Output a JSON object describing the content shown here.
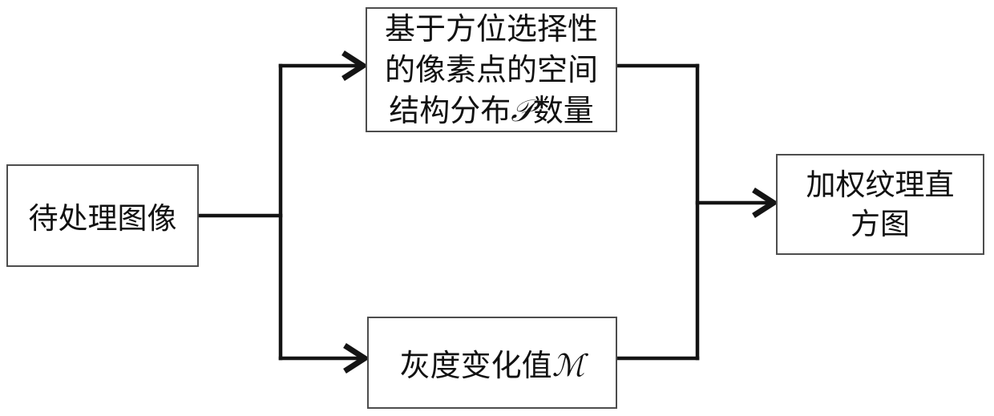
{
  "nodes": {
    "input": {
      "label": "待处理图像"
    },
    "spatial": {
      "line1": "基于方位选择性",
      "line2": "的像素点的空间",
      "line3_prefix": "结构分布",
      "line3_symbol": "𝒫",
      "line3_suffix": "数量"
    },
    "gray": {
      "prefix": "灰度变化值",
      "symbol": "ℳ"
    },
    "output": {
      "line1": "加权纹理直",
      "line2": "方图"
    }
  },
  "colors": {
    "background": "#ffffff",
    "box_border": "#4d4d4d",
    "connector": "#141414",
    "text": "#111111"
  }
}
